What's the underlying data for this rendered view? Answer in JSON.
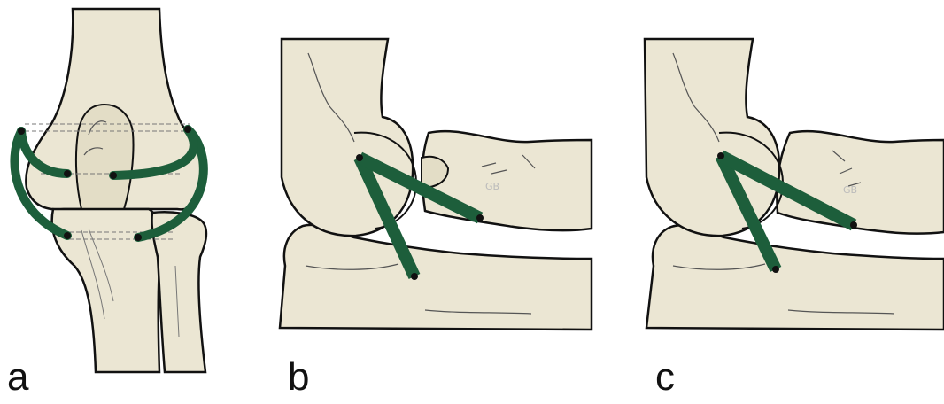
{
  "panels": [
    {
      "label": "a"
    },
    {
      "label": "b"
    },
    {
      "label": "c"
    }
  ],
  "colors": {
    "bone_fill": "#ebe6d3",
    "outline": "#111111",
    "ligament": "#1d5e3b"
  }
}
